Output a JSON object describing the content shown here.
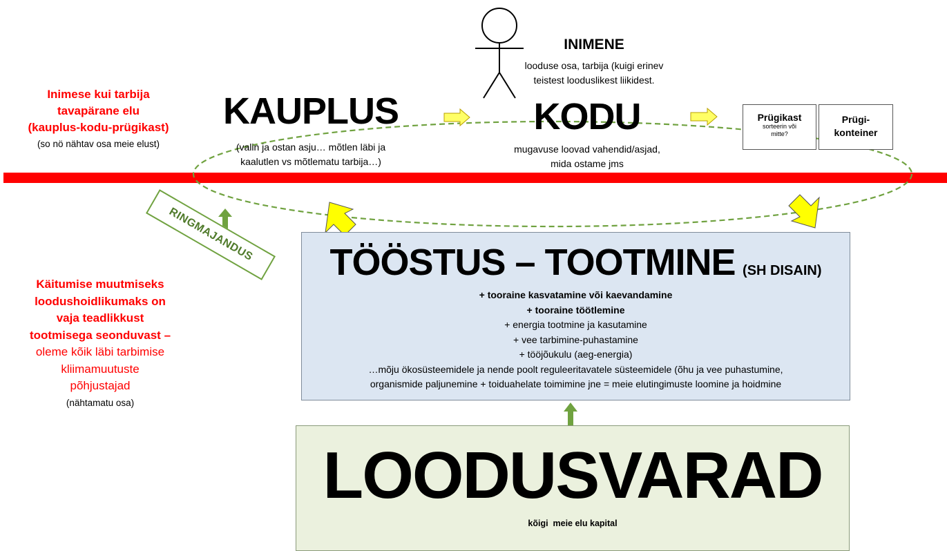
{
  "left": {
    "top_lines": [
      "Inimese kui tarbija",
      "tavapärane elu",
      "(kauplus-kodu-prügikast)"
    ],
    "top_sub": "(so nö nähtav osa meie elust)",
    "bottom_bold_lines": [
      "Käitumise muutmiseks",
      "loodushoidlikumaks on",
      "vaja teadlikkust",
      "tootmisega seonduvast –"
    ],
    "bottom_regular_lines": [
      "oleme kõik läbi tarbimise",
      "kliimamuutuste",
      "põhjustajad"
    ],
    "bottom_sub": "(nähtamatu osa)"
  },
  "person": {
    "title": "INIMENE",
    "desc_lines": [
      "looduse osa, tarbija (kuigi erinev",
      "teistest looduslikest liikidest."
    ]
  },
  "kauplus": {
    "title": "KAUPLUS",
    "desc_lines": [
      "(valin ja ostan asju… mõtlen läbi ja",
      "kaalutlen vs mõtlematu tarbija…)"
    ]
  },
  "kodu": {
    "title": "KODU",
    "desc_lines": [
      "mugavuse loovad vahendid/asjad,",
      "mida ostame jms"
    ]
  },
  "prugikast": {
    "title": "Prügikast",
    "sub_lines": [
      "sorteerin või",
      "mitte?"
    ]
  },
  "konteiner": {
    "lines": [
      "Prügi-",
      "konteiner"
    ]
  },
  "ringmajandus": "RINGMAJANDUS",
  "tootmine": {
    "title": "TÖÖSTUS – TOOTMINE",
    "title_suffix": "(SH DISAIN)",
    "bold_lines": [
      "+ tooraine kasvatamine või kaevandamine",
      "+ tooraine töötlemine"
    ],
    "lines": [
      "+ energia tootmine ja kasutamine",
      "+ vee tarbimine-puhastamine",
      "+ tööjõukulu (aeg-energia)",
      "…mõju ökosüsteemidele ja nende poolt reguleeritavatele süsteemidele (õhu ja vee puhastumine,",
      "organismide paljunemine + toiduahelate toimimine jne = meie elutingimuste loomine ja hoidmine"
    ]
  },
  "loodusvarad": {
    "title": "LOODUSVARAD",
    "subtitle": "kõigi  meie elu kapital"
  },
  "colors": {
    "red_line": "#ff0000",
    "tootmine_fill": "#dce6f2",
    "loodusvarad_fill": "#ebf1de",
    "green": "#70a240",
    "yellow": "#ffff00"
  }
}
